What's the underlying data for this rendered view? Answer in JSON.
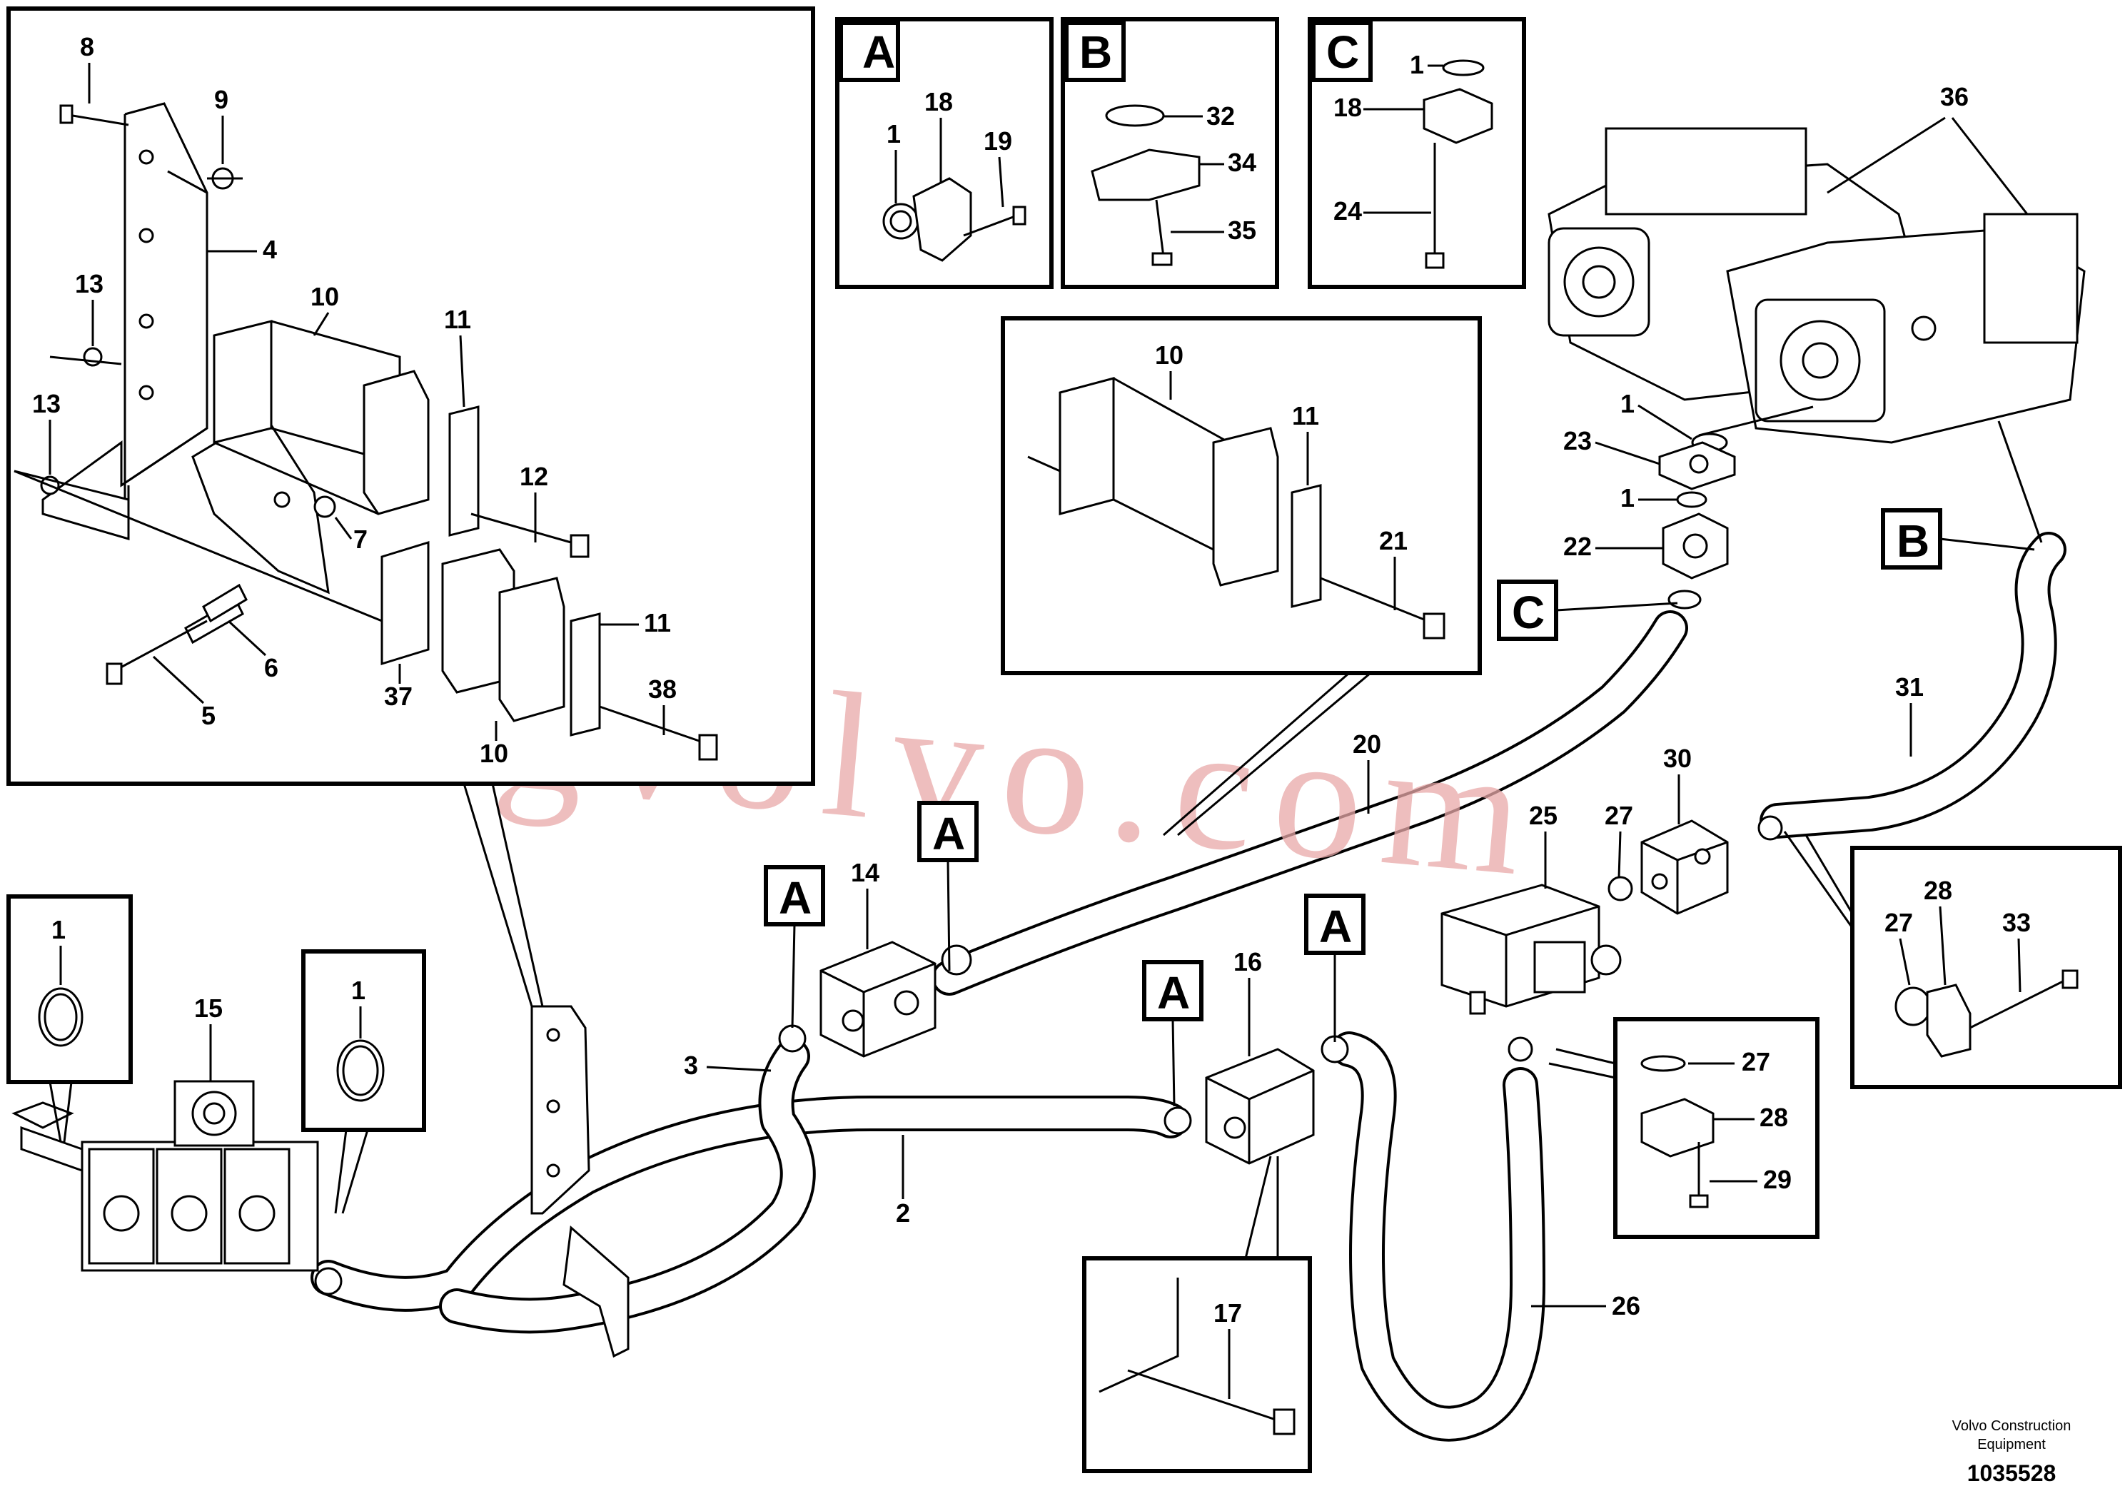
{
  "footer": {
    "company_line1": "Volvo Construction",
    "company_line2": "Equipment",
    "drawing_number": "1035528"
  },
  "watermark": "strongvolvo.com",
  "detail_letters": {
    "a": "A",
    "b": "B",
    "c": "C"
  },
  "labels": {
    "n1": "1",
    "n2": "2",
    "n3": "3",
    "n4": "4",
    "n5": "5",
    "n6": "6",
    "n7": "7",
    "n8": "8",
    "n9": "9",
    "n10": "10",
    "n11": "11",
    "n12": "12",
    "n13": "13",
    "n14": "14",
    "n15": "15",
    "n16": "16",
    "n17": "17",
    "n18": "18",
    "n19": "19",
    "n20": "20",
    "n21": "21",
    "n22": "22",
    "n23": "23",
    "n24": "24",
    "n25": "25",
    "n26": "26",
    "n27": "27",
    "n28": "28",
    "n29": "29",
    "n30": "30",
    "n31": "31",
    "n32": "32",
    "n33": "33",
    "n34": "34",
    "n35": "35",
    "n36": "36",
    "n37": "37",
    "n38": "38"
  }
}
